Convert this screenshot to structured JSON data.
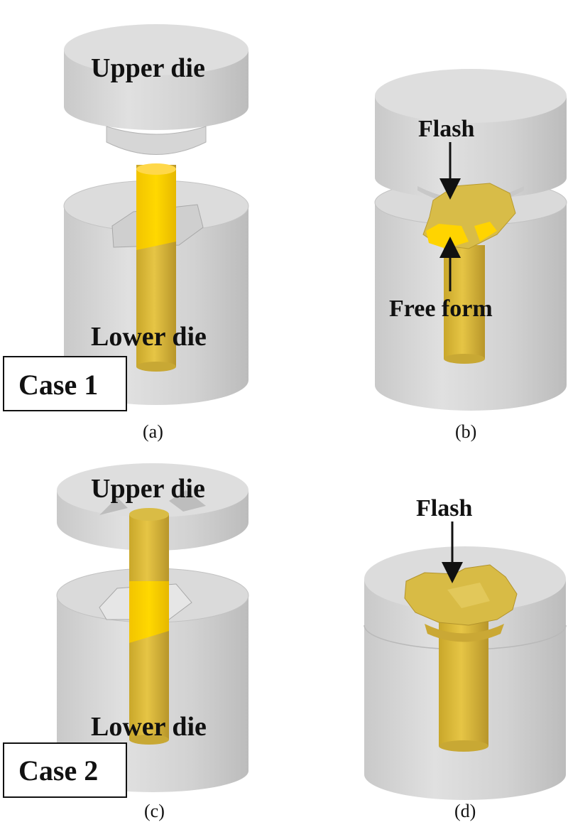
{
  "panels": {
    "a": {
      "caption": "(a)",
      "upper_label": "Upper die",
      "lower_label": "Lower die",
      "case_label": "Case 1"
    },
    "b": {
      "caption": "(b)",
      "flash_label": "Flash",
      "free_form_label": "Free form"
    },
    "c": {
      "caption": "(c)",
      "upper_label": "Upper die",
      "lower_label": "Lower die",
      "case_label": "Case 2"
    },
    "d": {
      "caption": "(d)",
      "flash_label": "Flash"
    }
  },
  "colors": {
    "die_gray": "#d4d4d4",
    "die_dark": "#bdbdbd",
    "billet_yellow": "#e3c23a",
    "billet_bright": "#ffd400",
    "billet_dark": "#bfa030"
  }
}
